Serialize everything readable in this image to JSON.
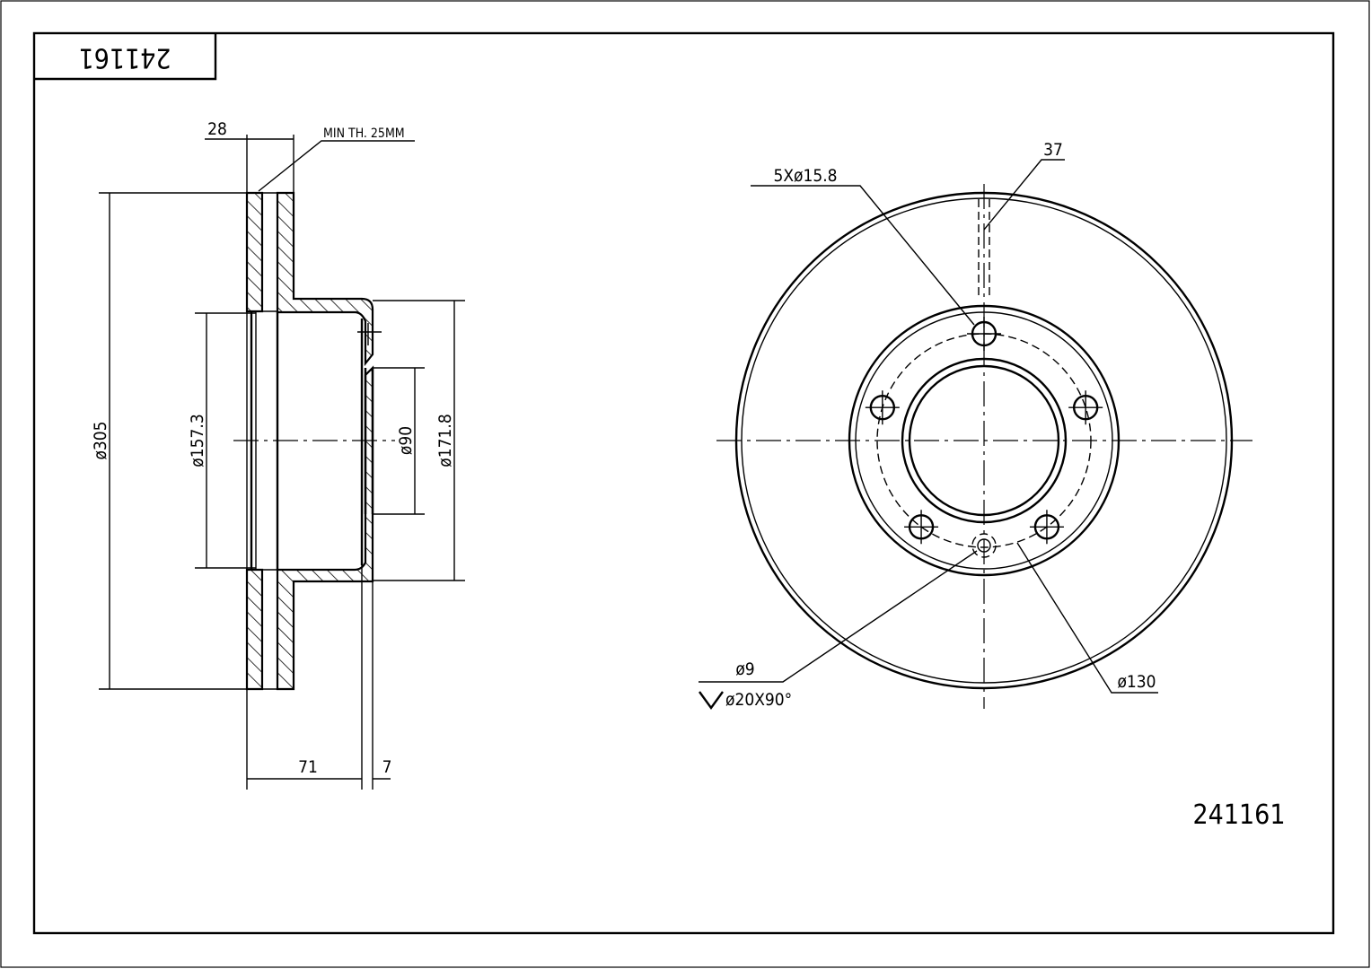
{
  "drawing": {
    "part_number_title_box": "241161",
    "part_number_label": "241161",
    "section_view": {
      "thickness": "28",
      "min_thickness_note": "MIN TH. 25MM",
      "outer_diameter": "ø305",
      "inner_diameter": "ø157.3",
      "center_bore": "ø90",
      "hat_diameter": "ø171.8",
      "height": "71",
      "hat_thickness": "7"
    },
    "front_view": {
      "bolt_holes": "5Xø15.8",
      "vent_width": "37",
      "small_hole": "ø9",
      "countersink": "ø20X90°",
      "bolt_circle": "ø130"
    }
  }
}
